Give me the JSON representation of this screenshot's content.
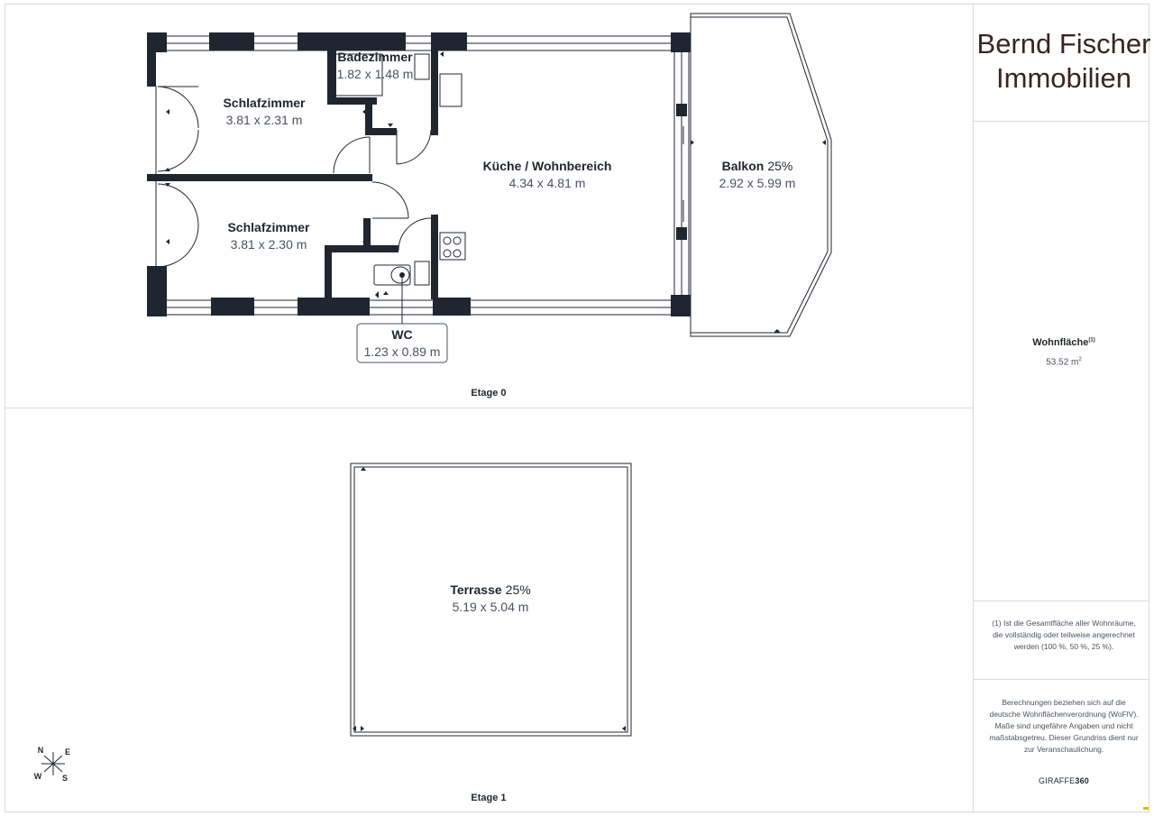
{
  "company": {
    "line1": "Bernd Fischer",
    "line2": "Immobilien"
  },
  "floors": [
    {
      "label": "Etage 0",
      "rooms": [
        {
          "name": "Badezimmer",
          "dims": "1.82 x 1.48 m"
        },
        {
          "name": "Schlafzimmer",
          "dims": "3.81 x 2.31 m"
        },
        {
          "name": "Küche / Wohnbereich",
          "dims": "4.34 x 4.81 m"
        },
        {
          "name": "Balkon",
          "share": "25%",
          "dims": "2.92 x 5.99 m"
        },
        {
          "name": "Schlafzimmer",
          "dims": "3.81 x 2.30 m"
        },
        {
          "name": "WC",
          "dims": "1.23 x 0.89 m"
        }
      ]
    },
    {
      "label": "Etage 1",
      "rooms": [
        {
          "name": "Terrasse",
          "share": "25%",
          "dims": "5.19 x 5.04 m"
        }
      ]
    }
  ],
  "summary": {
    "area_label": "Wohnfläche",
    "area_footnote": "(1)",
    "area_value": "53.52 m",
    "area_unit_sup": "2"
  },
  "notes": {
    "footnote": "(1) Ist die Gesamtfläche aller Wohnräume, die vollständig oder teilweise angerechnet werden (100 %, 50 %, 25 %).",
    "disclaimer": "Berechnungen beziehen sich auf die deutsche Wohnflächenverordnung (WoFlV). Maße sind ungefähre Angaben und nicht maßstabsgetreu. Dieser Grundriss dient nur zur Veranschaulichung."
  },
  "brand": {
    "prefix": "GIRAFFE",
    "suffix": "360"
  },
  "compass": {
    "n": "N",
    "e": "E",
    "s": "S",
    "w": "W"
  },
  "colors": {
    "wall": "#1f2630",
    "frame": "#d9d9d9",
    "text": "#1f2630",
    "muted": "#4a5260",
    "title": "#3a2520"
  }
}
